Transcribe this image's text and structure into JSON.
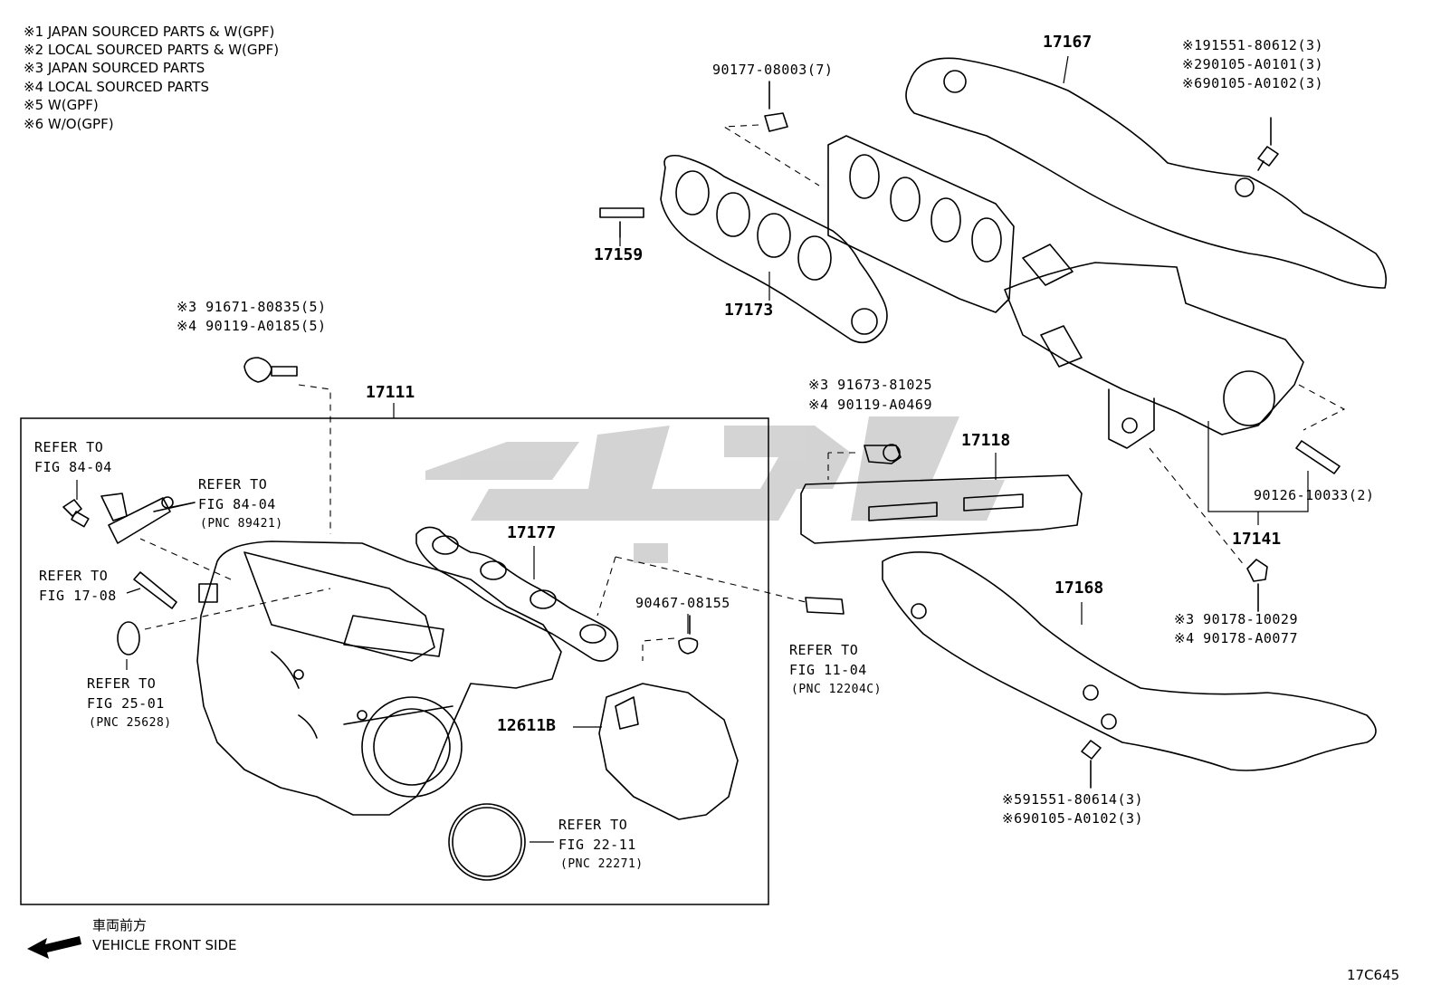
{
  "legend": [
    "※1 JAPAN SOURCED PARTS & W(GPF)",
    "※2 LOCAL SOURCED PARTS & W(GPF)",
    "※3 JAPAN SOURCED PARTS",
    "※4 LOCAL SOURCED PARTS",
    "※5 W(GPF)",
    "※6 W/O(GPF)"
  ],
  "callouts": {
    "c17167": "17167",
    "c191551": "※191551-80612(3)",
    "c290105": "※290105-A0101(3)",
    "c690105a": "※690105-A0102(3)",
    "c90177": "90177-08003(7)",
    "c17159": "17159",
    "c17173": "17173",
    "c391671": "※3 91671-80835(5)",
    "c490119": "※4 90119-A0185(5)",
    "c17111": "17111",
    "c391673": "※3 91673-81025",
    "c490119b": "※4 90119-A0469",
    "c17118": "17118",
    "c90126": "90126-10033(2)",
    "c17141": "17141",
    "c17177": "17177",
    "c90467": "90467-08155",
    "c12611": "12611B",
    "c17168": "17168",
    "c390178": "※3 90178-10029",
    "c490178": "※4 90178-A0077",
    "c591551": "※591551-80614(3)",
    "c690105b": "※690105-A0102(3)"
  },
  "refs": {
    "r1a": "REFER TO",
    "r1b": "FIG 84-04",
    "r2a": "REFER TO",
    "r2b": "FIG 84-04",
    "r2c": "(PNC 89421)",
    "r3a": "REFER TO",
    "r3b": "FIG 17-08",
    "r4a": "REFER TO",
    "r4b": "FIG 25-01",
    "r4c": "(PNC 25628)",
    "r5a": "REFER TO",
    "r5b": "FIG 11-04",
    "r5c": "(PNC 12204C)",
    "r6a": "REFER TO",
    "r6b": "FIG 22-11",
    "r6c": "(PNC 22271)"
  },
  "front": {
    "jp": "車両前方",
    "en": "VEHICLE FRONT SIDE"
  },
  "figure_id": "17C645",
  "colors": {
    "line": "#000000",
    "watermark": "#c8c8c8"
  }
}
